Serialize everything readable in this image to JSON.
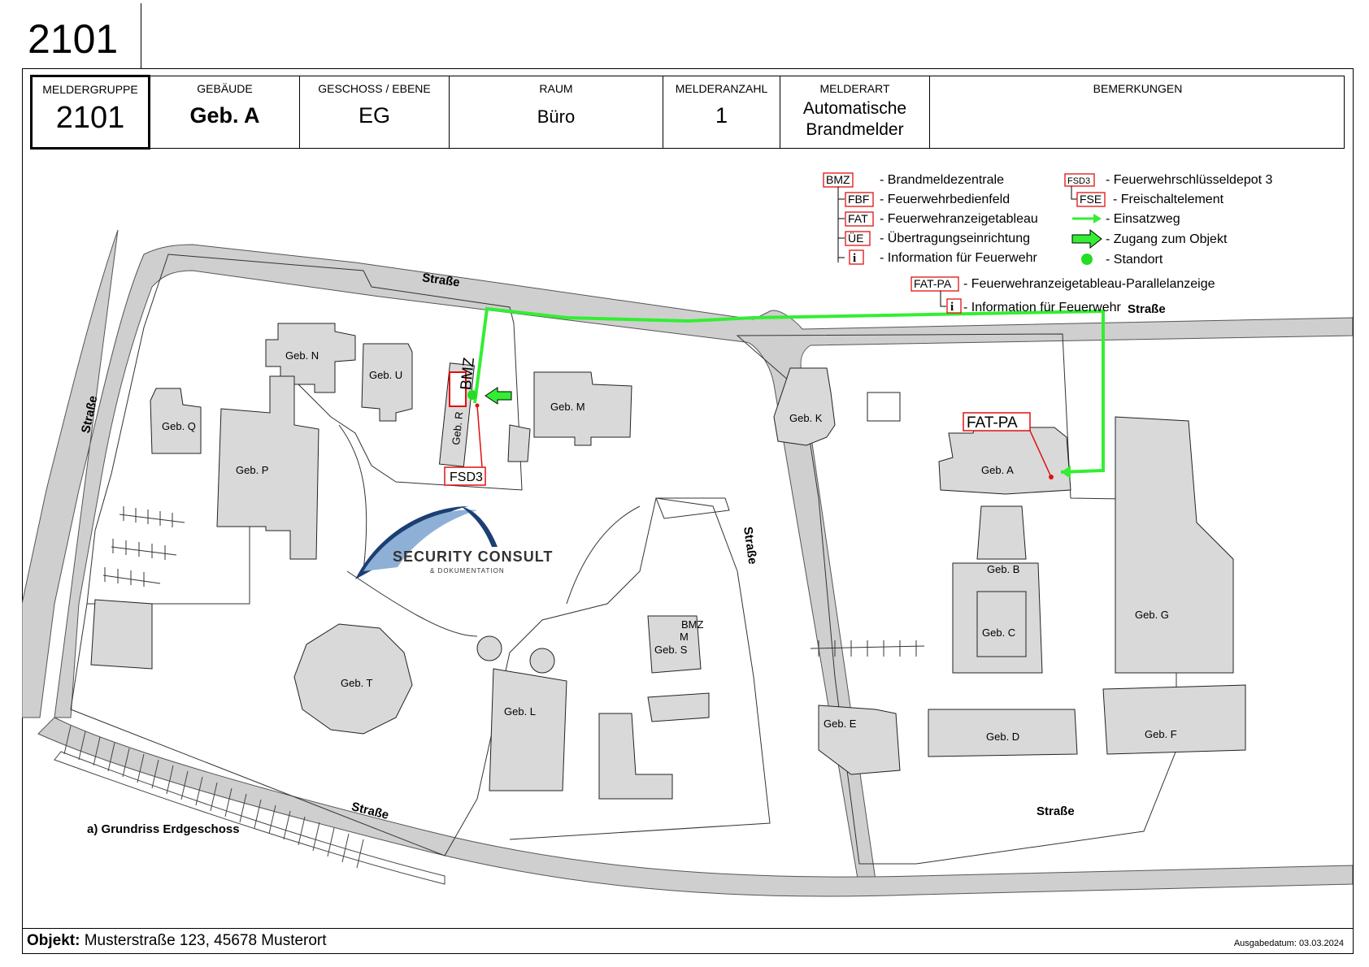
{
  "sheet": {
    "number": "2101"
  },
  "header": {
    "meldergruppe": {
      "label": "MELDERGRUPPE",
      "value": "2101"
    },
    "gebaeude": {
      "label": "GEBÄUDE",
      "value": "Geb. A"
    },
    "geschoss": {
      "label": "GESCHOSS / EBENE",
      "value": "EG"
    },
    "raum": {
      "label": "RAUM",
      "value": "Büro"
    },
    "melderanzahl": {
      "label": "MELDERANZAHL",
      "value": "1"
    },
    "melderart": {
      "label": "MELDERART",
      "value_line1": "Automatische",
      "value_line2": "Brandmelder"
    },
    "bemerkungen": {
      "label": "BEMERKUNGEN",
      "value": ""
    }
  },
  "legend": {
    "bmz": {
      "code": "BMZ",
      "text": "- Brandmeldezentrale"
    },
    "fbf": {
      "code": "FBF",
      "text": "- Feuerwehrbedienfeld"
    },
    "fat": {
      "code": "FAT",
      "text": "- Feuerwehranzeigetableau"
    },
    "ue": {
      "code": "ÜE",
      "text": "- Übertragungseinrichtung"
    },
    "info1": {
      "code": "i",
      "text": "- Information für Feuerwehr"
    },
    "fsd3": {
      "code": "FSD3",
      "text": "- Feuerwehrschlüsseldepot 3"
    },
    "fse": {
      "code": "FSE",
      "text": "- Freischaltelement"
    },
    "einsatzweg": {
      "text": "- Einsatzweg"
    },
    "zugang": {
      "text": "- Zugang zum Objekt"
    },
    "standort": {
      "text": "- Standort"
    },
    "fatpa": {
      "code": "FAT-PA",
      "text": "- Feuerwehranzeigetableau-Parallelanzeige"
    },
    "info2": {
      "code": "i",
      "text": "- Information für Feuerwehr"
    }
  },
  "map": {
    "streets": [
      "Straße",
      "Straße",
      "Straße",
      "Straße",
      "Straße",
      "Straße"
    ],
    "buildings": {
      "n": "Geb. N",
      "u": "Geb. U",
      "q": "Geb. Q",
      "p": "Geb. P",
      "r": "Geb. R",
      "m": "Geb. M",
      "k": "Geb. K",
      "a": "Geb. A",
      "b": "Geb. B",
      "c": "Geb. C",
      "g": "Geb. G",
      "t": "Geb. T",
      "s": "Geb. S",
      "l": "Geb. L",
      "e": "Geb. E",
      "d": "Geb. D",
      "f": "Geb. F"
    },
    "bmz_label": "BMZ",
    "bmz_small_line1": "BMZ",
    "bmz_small_line2": "M",
    "fsd3_label": "FSD3",
    "fatpa_label": "FAT-PA",
    "plan_caption": "a) Grundriss Erdgeschoss",
    "colors": {
      "route": "#33ee33",
      "marker": "#e01010",
      "standort": "#22dd22",
      "building": "#d9d9d9"
    }
  },
  "logo": {
    "line1": "SECURITY CONSULT",
    "line2": "& DOKUMENTATION"
  },
  "footer": {
    "object_label": "Objekt:",
    "object_value": "Musterstraße 123, 45678 Musterort",
    "issue_date": "Ausgabedatum: 03.03.2024"
  }
}
